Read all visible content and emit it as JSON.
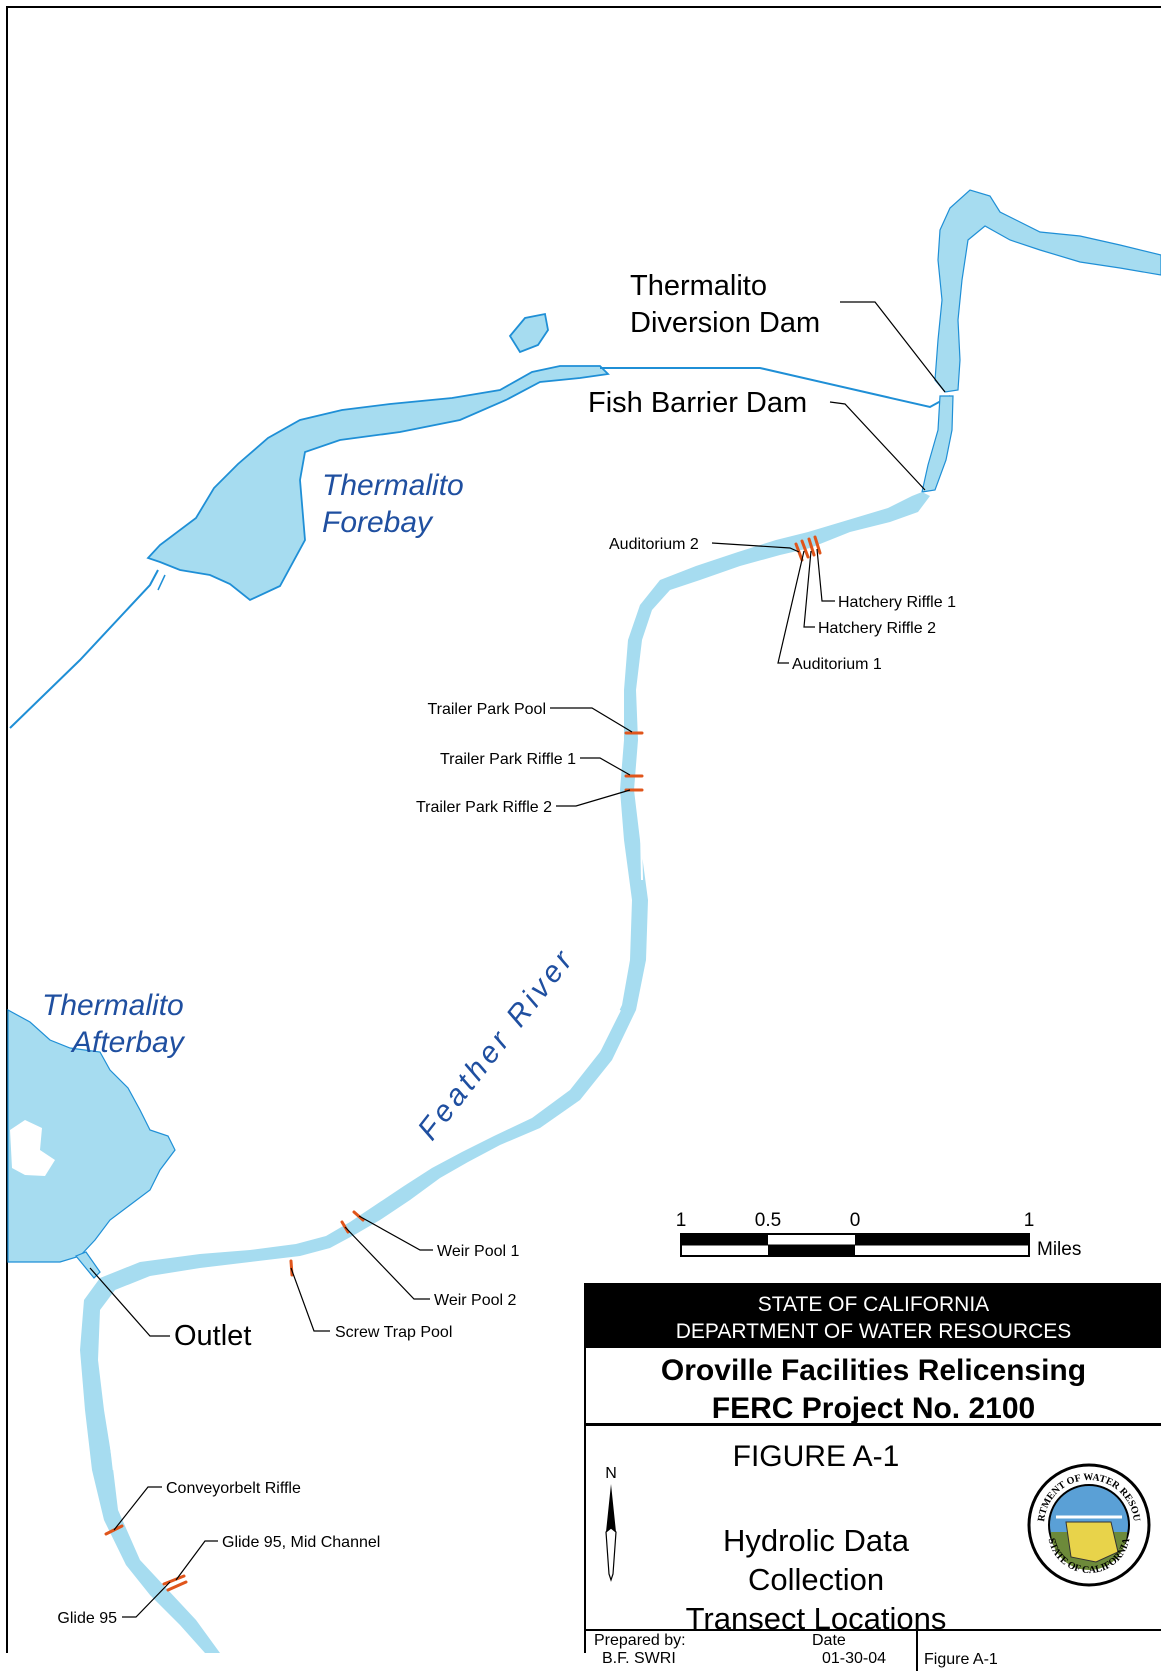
{
  "map": {
    "labels": {
      "diversion_dam": [
        "Thermalito",
        "Diversion Dam"
      ],
      "fish_barrier_dam": "Fish Barrier Dam",
      "forebay": [
        "Thermalito",
        "Forebay"
      ],
      "afterbay": [
        "Thermalito",
        "Afterbay"
      ],
      "river": "Feather River",
      "outlet": "Outlet"
    },
    "transects": [
      "Auditorium 2",
      "Hatchery Riffle 1",
      "Hatchery Riffle 2",
      "Auditorium 1",
      "Trailer Park Pool",
      "Trailer Park Riffle 1",
      "Trailer Park Riffle 2",
      "Weir Pool 1",
      "Weir Pool 2",
      "Screw Trap Pool",
      "Conveyorbelt Riffle",
      "Glide 95, Mid Channel",
      "Glide 95"
    ],
    "scale_bar": {
      "ticks": [
        "1",
        "0.5",
        "0",
        "1"
      ],
      "unit": "Miles"
    },
    "colors": {
      "water": "#a6dcf0",
      "water_outline": "#1f8fd6",
      "transect": "#e0551b",
      "label_blue": "#1f4fa0"
    }
  },
  "title_block": {
    "state": "STATE OF CALIFORNIA",
    "department": "DEPARTMENT OF WATER RESOURCES",
    "project_line1": "Oroville Facilities Relicensing",
    "project_line2": "FERC Project No. 2100",
    "figure_number": "FIGURE A-1",
    "figure_title_line1": "Hydrolic Data Collection",
    "figure_title_line2": "Transect Locations",
    "north_label": "N",
    "prepared_by_label": "Prepared by:",
    "prepared_by_value": "B.F. SWRI",
    "date_label": "Date",
    "date_value": "01-30-04",
    "figure_ref": "Figure A-1",
    "seal_text_top": "DEPARTMENT OF WATER RESOURCES",
    "seal_text_bottom": "STATE OF CALIFORNIA",
    "seal_icon": "dwr-seal-icon"
  }
}
